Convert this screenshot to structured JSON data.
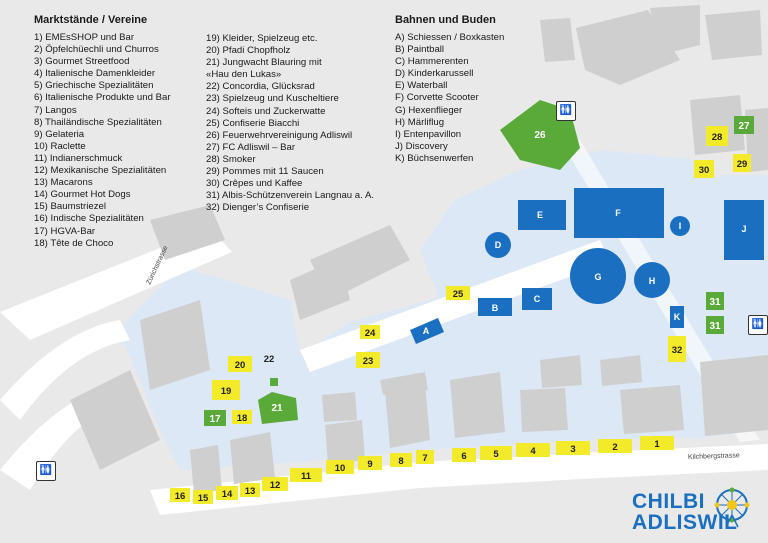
{
  "legend_markets": {
    "title": "Marktstände / Vereine",
    "col1": [
      "1) EMEsSHOP und Bar",
      "2) Öpfelchüechli und Churros",
      "3) Gourmet Streetfood",
      "4) Italienische Damenkleider",
      "5) Griechische Spezialitäten",
      "6) Italienische Produkte und Bar",
      "7) Langos",
      "8) Thailändische Spezialitäten",
      "9) Gelateria",
      "10) Raclette",
      "11) Indianerschmuck",
      "12) Mexikanische Spezialitäten",
      "13) Macarons",
      "14) Gourmet Hot Dogs",
      "15) Baumstriezel",
      "16) Indische Spezialitäten",
      "17) HGVA-Bar",
      "18) Tête de Choco"
    ],
    "col2": [
      "19) Kleider, Spielzeug etc.",
      "20) Pfadi Chopfholz",
      "21) Jungwacht Blauring mit",
      "«Hau den Lukas»",
      "22) Concordia, Glücksrad",
      "23) Spielzeug und Kuscheltiere",
      "24) Softeis und Zuckerwatte",
      "25) Confiserie Biacchi",
      "26) Feuerwehrvereinigung Adliswil",
      "27) FC Adliswil – Bar",
      "28) Smoker",
      "29) Pommes mit 11 Saucen",
      "30) Crêpes und Kaffee",
      "31) Albis-Schützenverein Langnau a. A.",
      "32) Dienger’s Confiserie"
    ]
  },
  "legend_rides": {
    "title": "Bahnen und Buden",
    "items": [
      "A) Schiessen / Boxkasten",
      "B) Paintball",
      "C) Hammerenten",
      "D) Kinderkarussell",
      "E) Waterball",
      "F) Corvette Scooter",
      "G) Hexenflieger",
      "H) Märliflug",
      "I) Entenpavillon",
      "J) Discovery",
      "K) Büchsenwerfen"
    ]
  },
  "streets": {
    "left": "Zürichstrasse",
    "bottom": "Kilchbergstrasse"
  },
  "logo": {
    "line1": "CHILBI",
    "line2": "ADLISWIL"
  },
  "colors": {
    "building": "#cfcfcf",
    "street": "#ffffff",
    "area": "#dde8f6",
    "ride": "#1a6fc0",
    "stand_yellow": "#f3ea2a",
    "stand_green": "#5aaa3a"
  },
  "icons": [
    "toilet-icon",
    "ferris-wheel-icon"
  ]
}
